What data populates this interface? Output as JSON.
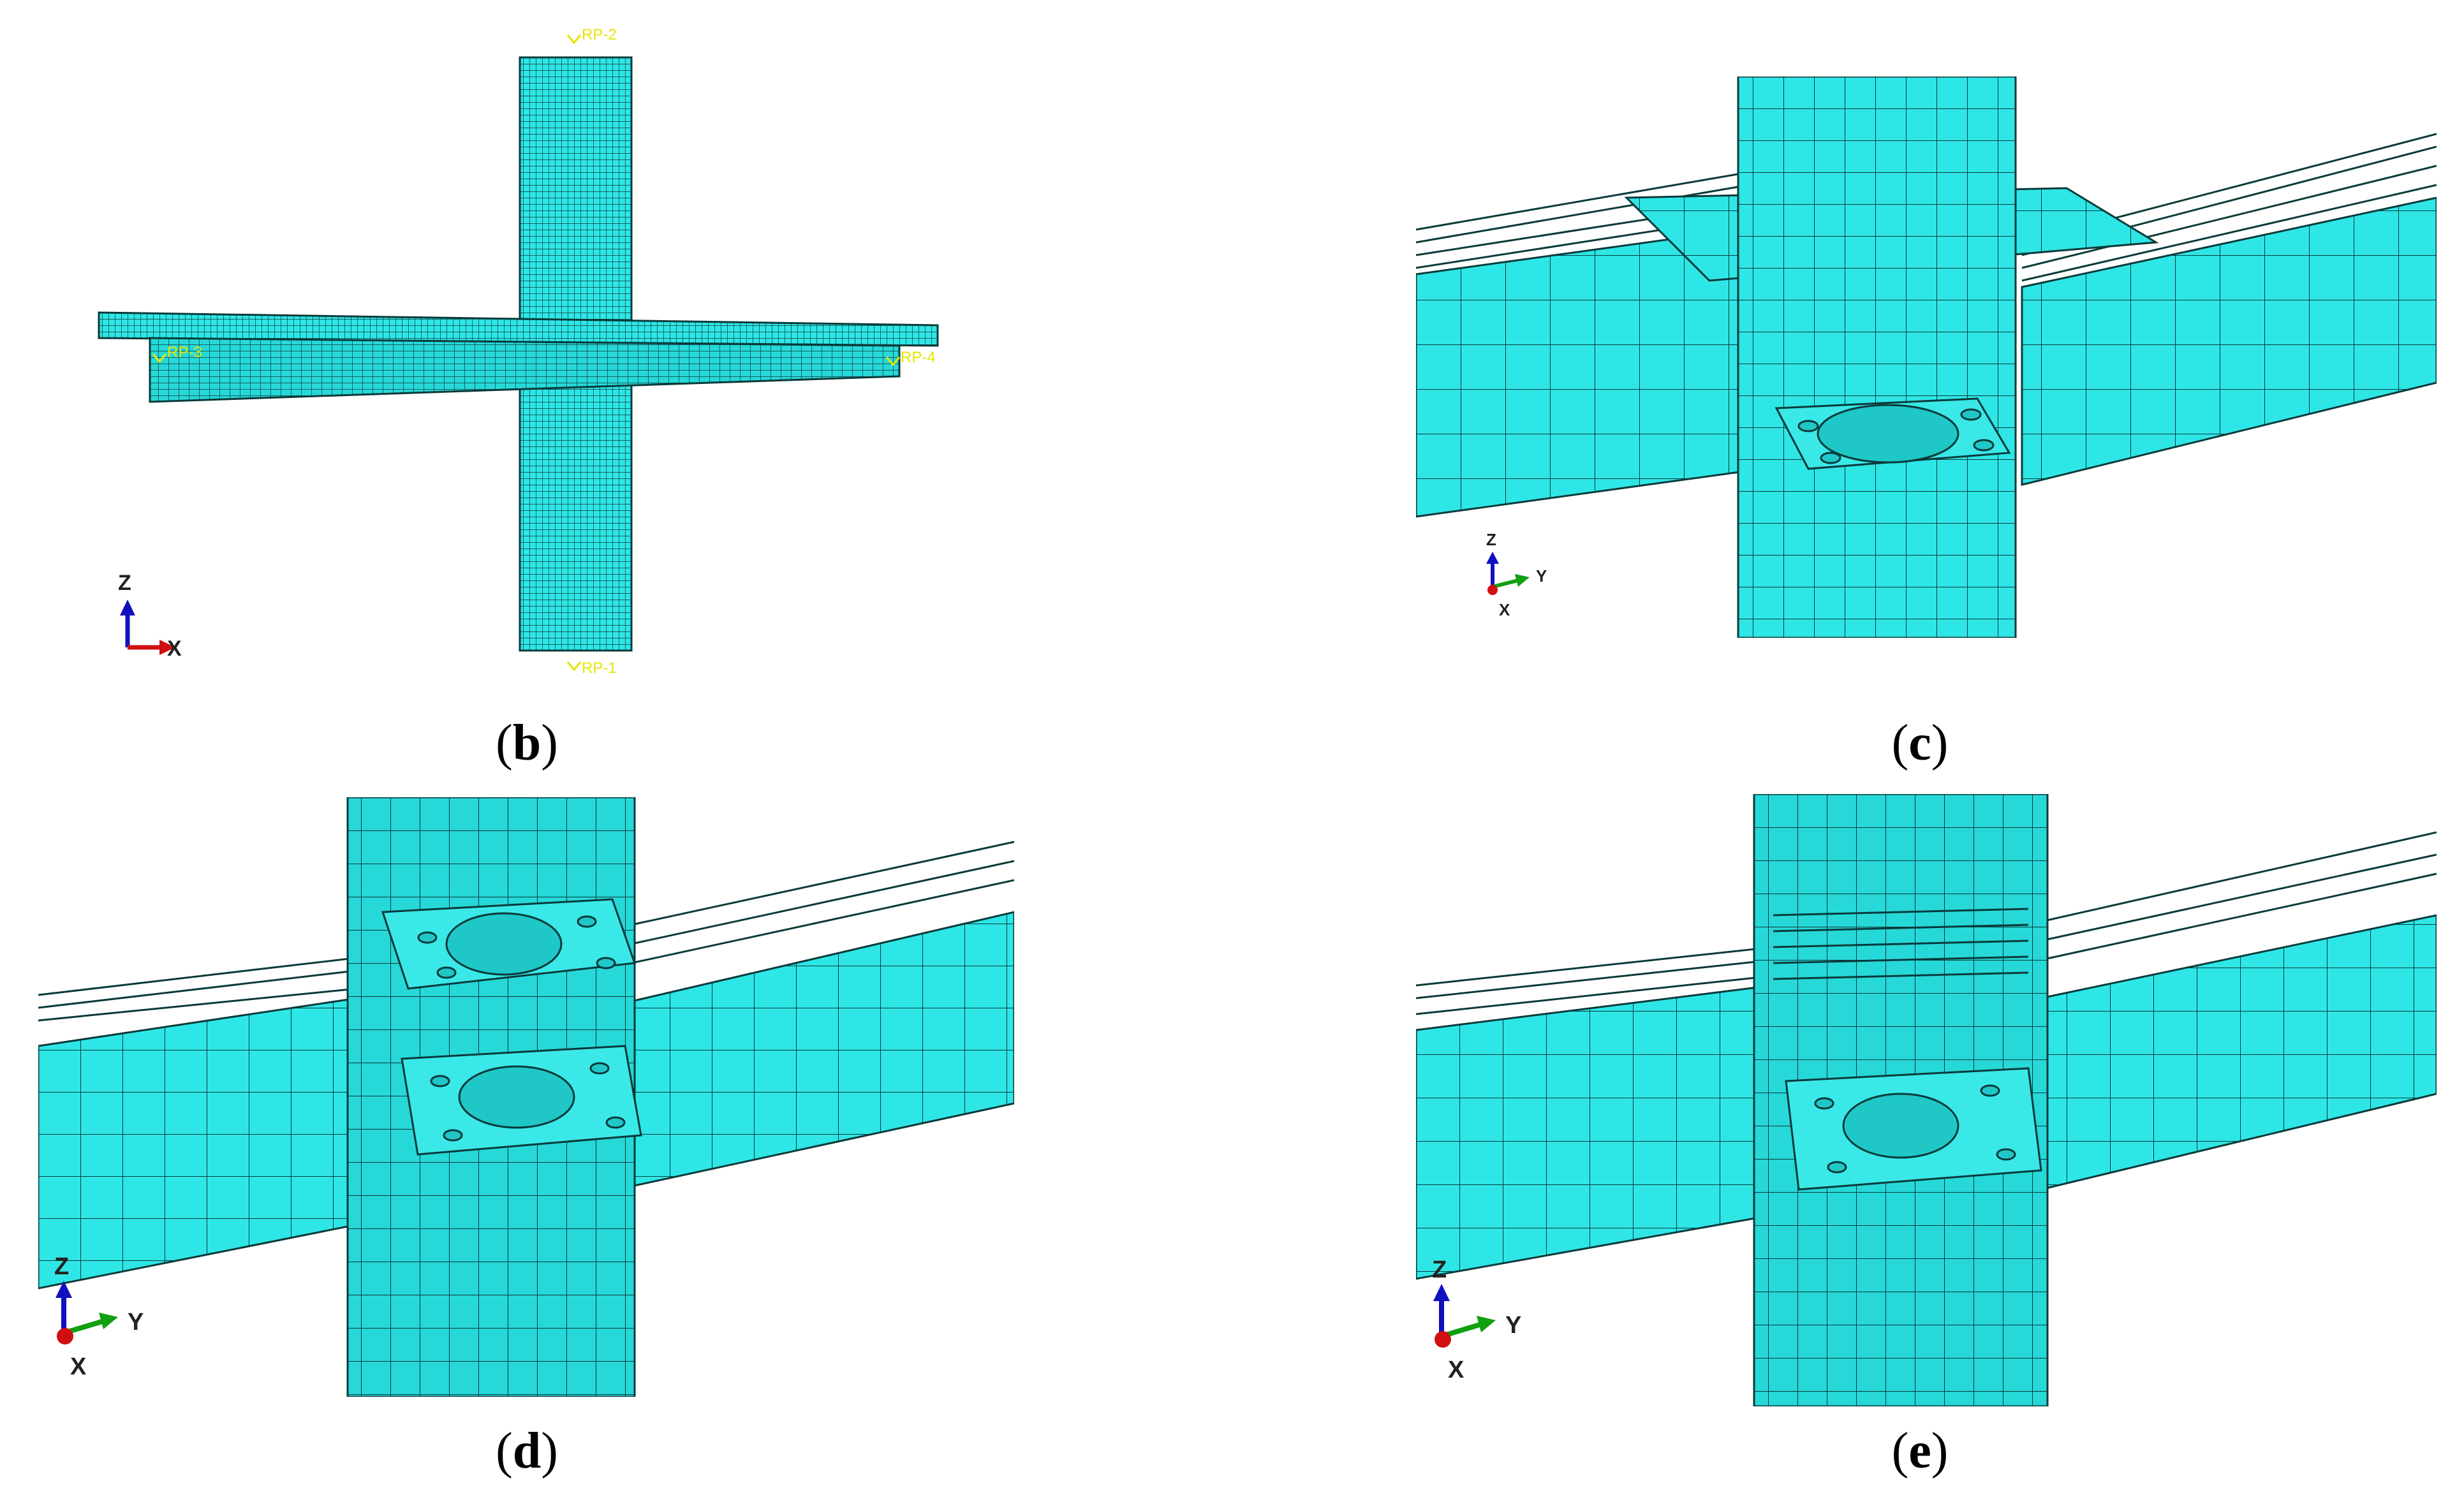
{
  "colors": {
    "mesh_fill": "#2fe6e6",
    "mesh_shade": "#1fc7c7",
    "mesh_dark": "#17a9a9",
    "mesh_line": "#0a3a3a",
    "ref_point": "#e6e600",
    "axis_z": "#1010c0",
    "axis_y": "#10a010",
    "axis_x": "#d01010"
  },
  "panels": {
    "b": {
      "caption_letter": "b",
      "ref_points": [
        "RP-2",
        "RP-3",
        "RP-4",
        "RP-1"
      ],
      "triad": {
        "vertical": "Z",
        "horizontal": "X"
      }
    },
    "c": {
      "caption_letter": "c",
      "triad": {
        "vertical": "Z",
        "horizontal": "Y",
        "out": "X"
      }
    },
    "d": {
      "caption_letter": "d",
      "triad": {
        "vertical": "Z",
        "horizontal": "Y",
        "out": "X"
      }
    },
    "e": {
      "caption_letter": "e",
      "triad": {
        "vertical": "Z",
        "horizontal": "Y",
        "out": "X"
      }
    }
  }
}
